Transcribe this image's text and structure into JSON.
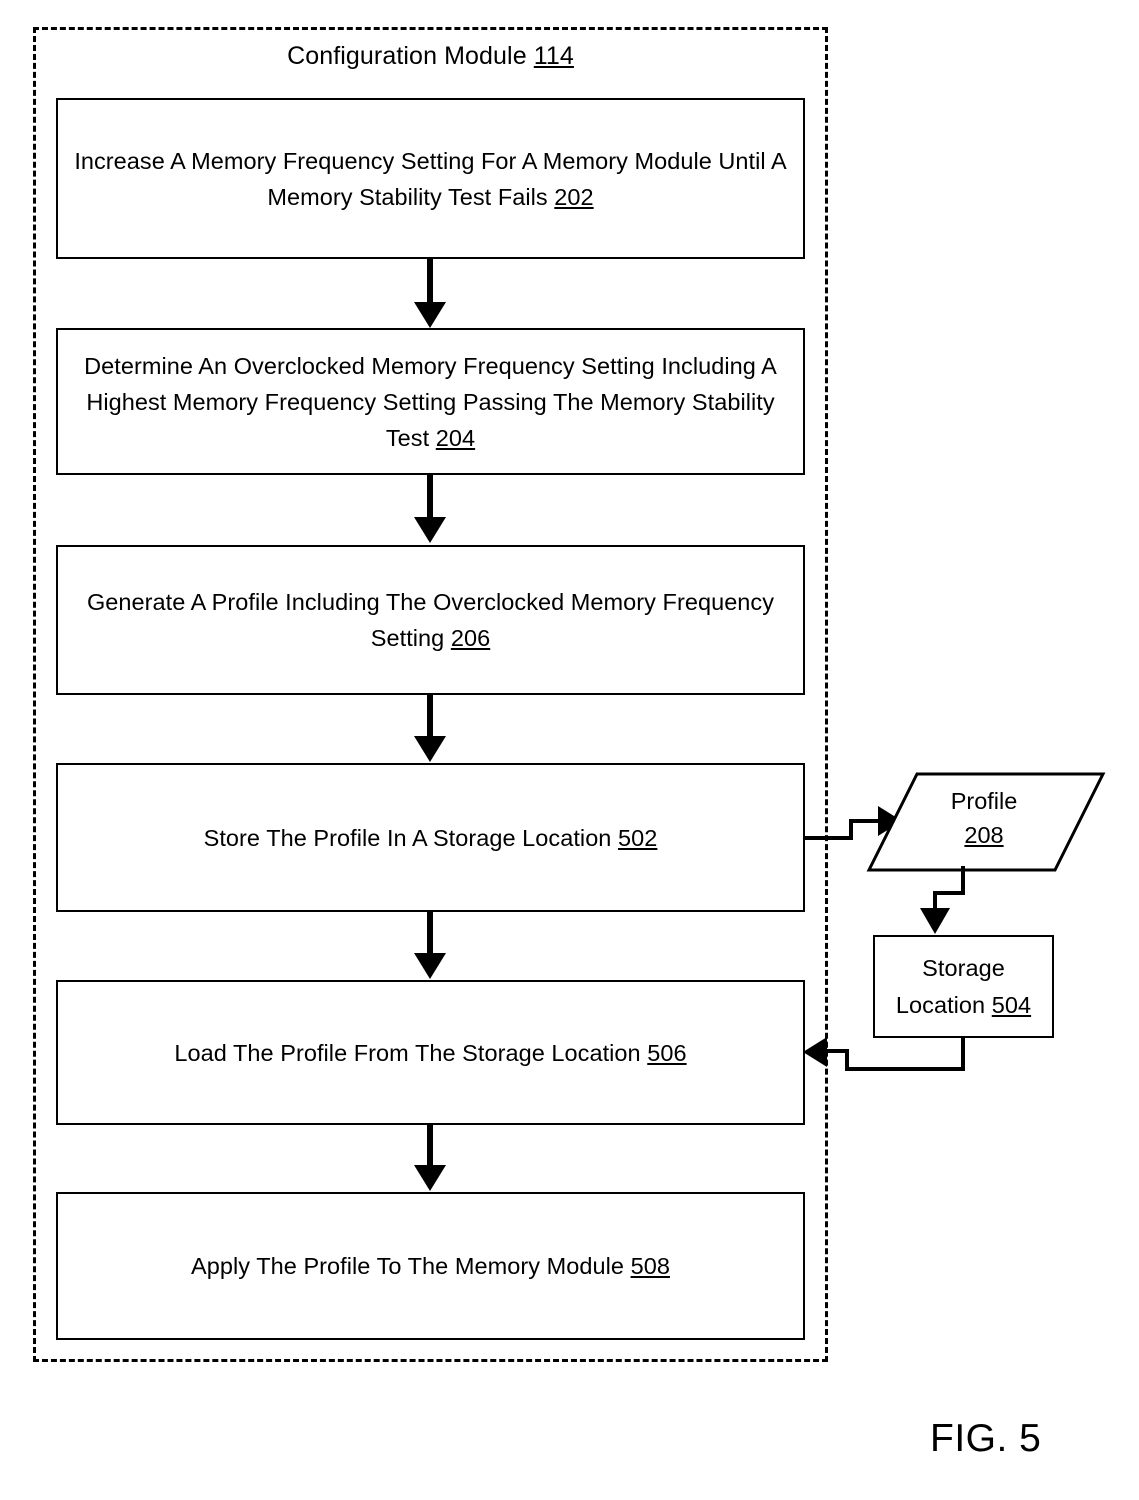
{
  "figure": {
    "caption": "FIG. 5",
    "container": {
      "title_text": "Configuration Module ",
      "title_ref": "114"
    }
  },
  "steps": [
    {
      "id": "202",
      "text": "Increase A Memory Frequency Setting For A Memory Module Until A Memory Stability Test Fails ",
      "ref": "202"
    },
    {
      "id": "204",
      "text": "Determine An Overclocked Memory Frequency Setting Including A Highest Memory Frequency Setting Passing The Memory Stability Test ",
      "ref": "204"
    },
    {
      "id": "206",
      "text": "Generate A Profile Including The Overclocked Memory Frequency Setting ",
      "ref": "206"
    },
    {
      "id": "502",
      "text": "Store The Profile In A Storage Location ",
      "ref": "502"
    },
    {
      "id": "506",
      "text": "Load The Profile From The Storage Location ",
      "ref": "506"
    },
    {
      "id": "508",
      "text": "Apply The Profile To The Memory Module ",
      "ref": "508"
    }
  ],
  "artifacts": {
    "profile": {
      "label": "Profile",
      "ref": "208",
      "shape": "parallelogram"
    },
    "storage_location": {
      "text": "Storage Location ",
      "ref": "504",
      "shape": "rectangle"
    }
  },
  "connectors": [
    {
      "from": "202",
      "to": "204",
      "direction": "down"
    },
    {
      "from": "204",
      "to": "206",
      "direction": "down"
    },
    {
      "from": "206",
      "to": "502",
      "direction": "down"
    },
    {
      "from": "502",
      "to": "208",
      "direction": "right-elbow"
    },
    {
      "from": "502",
      "to": "506",
      "direction": "down"
    },
    {
      "from": "208",
      "to": "504",
      "direction": "down-elbow"
    },
    {
      "from": "504",
      "to": "506",
      "direction": "left-elbow"
    },
    {
      "from": "506",
      "to": "508",
      "direction": "down"
    }
  ],
  "colors": {
    "stroke": "#000000",
    "background": "#ffffff"
  }
}
